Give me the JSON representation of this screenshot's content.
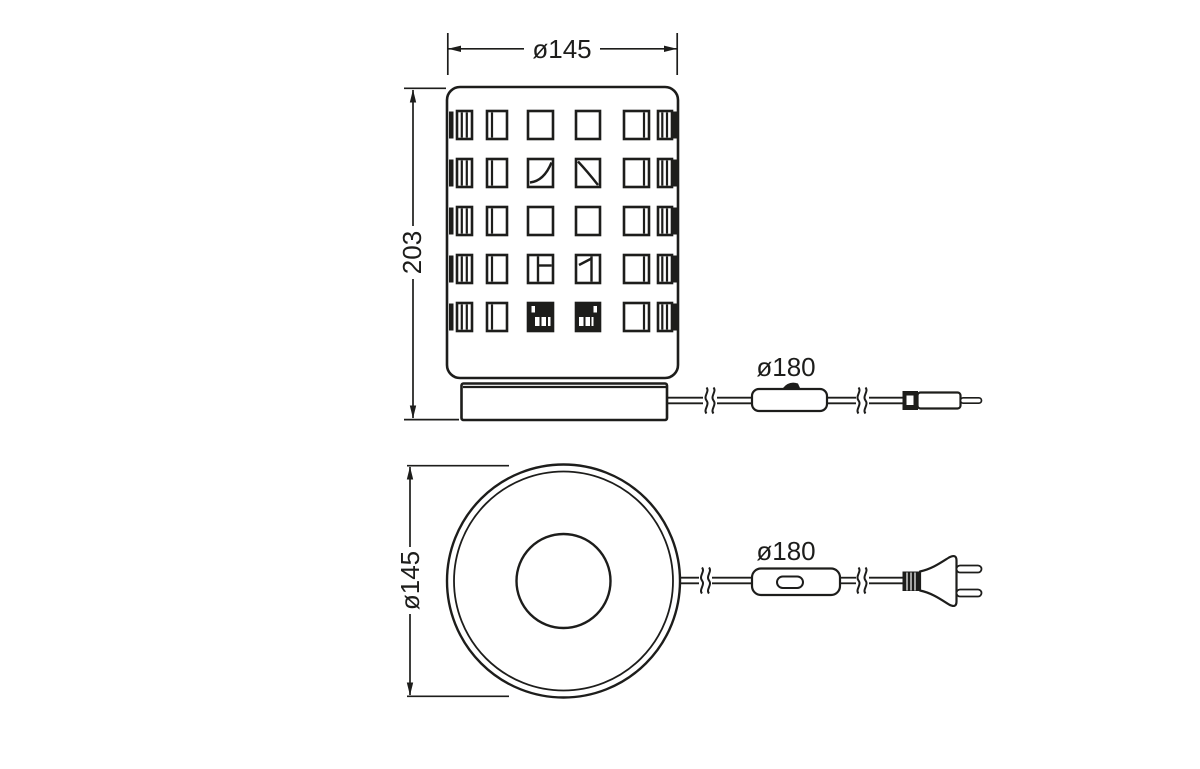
{
  "palette": {
    "line": "#1d1d1b",
    "background": "#ffffff"
  },
  "dimensions": {
    "front_width": "ø145",
    "front_height": "203",
    "front_cord": "ø180",
    "plan_diameter": "ø145",
    "plan_cord": "ø180"
  }
}
